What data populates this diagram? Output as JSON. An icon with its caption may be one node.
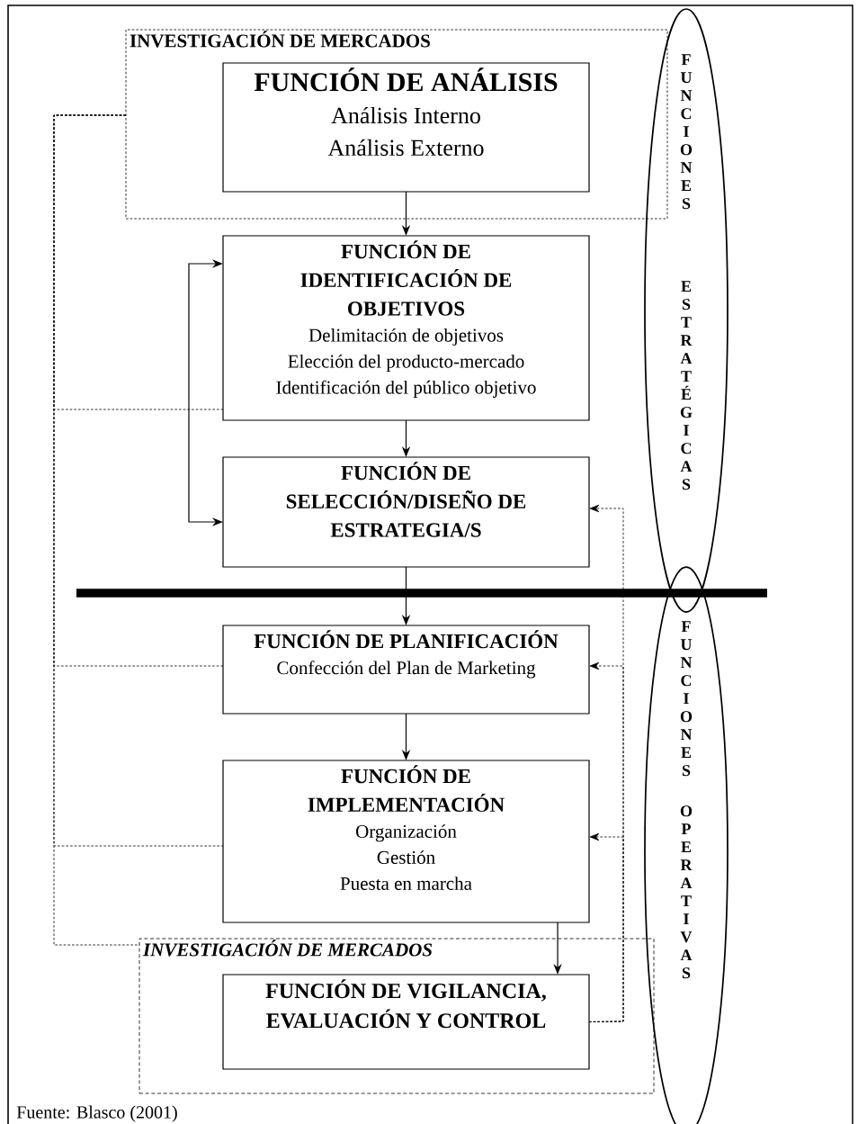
{
  "diagram": {
    "caption": "Fuente: Blasco (2001)",
    "nodes": [
      {
        "text": [
          "INVESTIGACIÓN DE MERCADOS"
        ]
      },
      {
        "text": [
          "FUNCIÓN DE ANÁLISIS",
          "Análisis Interno",
          "Análisis Externo"
        ],
        "in": 0
      },
      {
        "text": [
          "FUNCIÓN DE IDENTIFICACIÓN DE OBJETIVOS",
          "Delimitación de objetivos",
          "Elección del producto-mercado",
          "Identificación del público objetivo"
        ]
      },
      {
        "text": [
          "FUNCIÓN DE SELECCIÓN/DISEÑO DE ESTRATEGIA/S"
        ]
      },
      {
        "text": [
          "FUNCIÓN DE PLANIFICACIÓN",
          "Confección del Plan de Marketing"
        ]
      },
      {
        "text": [
          "FUNCIÓN DE IMPLEMENTACIÓN",
          "Organización",
          "Gestión",
          "Puesta en marcha"
        ]
      },
      {
        "text": [
          "INVESTIGACIÓN DE MERCADOS"
        ]
      },
      {
        "text": [
          "FUNCIÓN DE VIGILANCIA, EVALUACIÓN Y CONTROL"
        ],
        "in": 6
      },
      {
        "text": [
          "FUNCIONES ESTRATÉGICAS"
        ]
      },
      {
        "text": [
          "FUNCIONES OPERATIVAS"
        ]
      }
    ],
    "edges": [
      {
        "from": 1,
        "to": 2,
        "arrow": "to"
      },
      {
        "from": 2,
        "to": 3,
        "arrow": "to"
      },
      {
        "from": 3,
        "to": 4,
        "arrow": "to"
      },
      {
        "from": 4,
        "to": 5,
        "arrow": "to"
      },
      {
        "from": 5,
        "to": 7,
        "arrow": "to"
      },
      {
        "from": 2,
        "to": 3,
        "arrow": "both"
      },
      {
        "from": 0,
        "to": 2,
        "arrow": "none",
        "style": "dashed"
      },
      {
        "from": 0,
        "to": 4,
        "arrow": "none",
        "style": "dashed"
      },
      {
        "from": 0,
        "to": 5,
        "arrow": "none",
        "style": "dashed"
      },
      {
        "from": 0,
        "to": 6,
        "arrow": "none",
        "style": "dashed"
      },
      {
        "from": 7,
        "to": 3,
        "arrow": "to",
        "style": "dashed"
      },
      {
        "from": 7,
        "to": 4,
        "arrow": "to",
        "style": "dashed"
      },
      {
        "from": 7,
        "to": 5,
        "arrow": "to",
        "style": "dashed"
      }
    ]
  }
}
